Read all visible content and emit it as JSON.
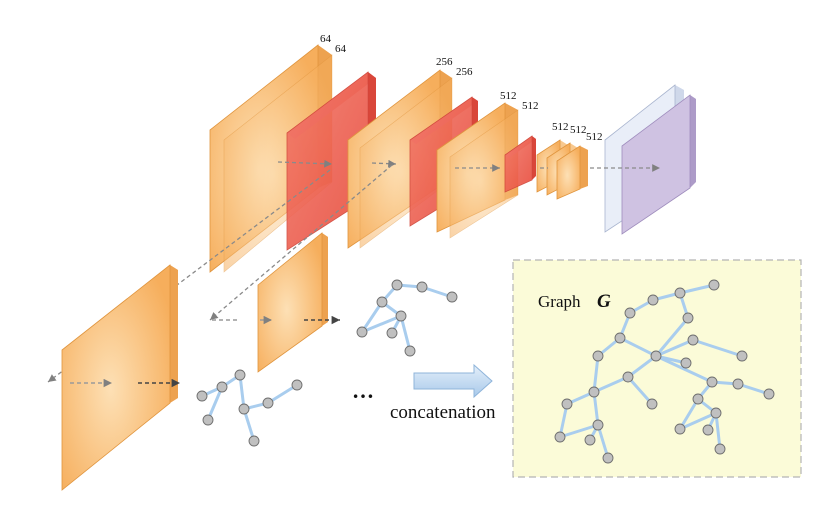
{
  "diagram": {
    "layer_labels": {
      "block1_a": "64",
      "block1_b": "64",
      "block2_a": "256",
      "block2_b": "256",
      "block3_a": "512",
      "block3_b": "512",
      "block4_a": "512",
      "block4_b": "512",
      "block4_c": "512"
    },
    "ellipsis": "…",
    "concat_label": "concatenation",
    "graph_panel": {
      "title": "Graph",
      "symbol": "G"
    },
    "colors": {
      "conv_orange": "#f5b061",
      "pool_red": "#ee5a4a",
      "fc_blue": "#e6ecf7",
      "fc_purple": "#c8b9dc",
      "graph_edge": "#a9cdee",
      "graph_node": "#bdbdbd",
      "panel_fill": "#fbfbd8",
      "panel_border": "#b3b3b3",
      "arrow_fill": "#c5dcf2"
    }
  }
}
